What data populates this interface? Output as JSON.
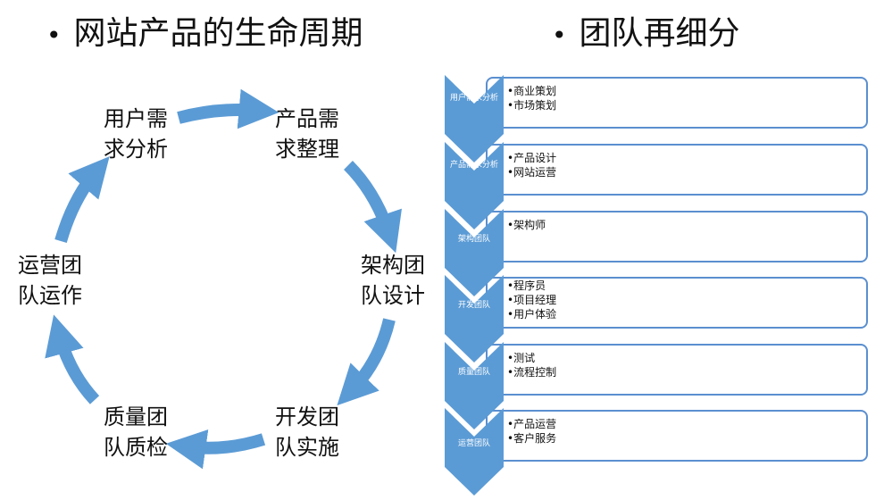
{
  "titles": {
    "left": "网站产品的生命周期",
    "right": "团队再细分"
  },
  "cycle": {
    "nodes": [
      {
        "label": "用户需\n求分析"
      },
      {
        "label": "产品需\n求整理"
      },
      {
        "label": "架构团\n队设计"
      },
      {
        "label": "开发团\n队实施"
      },
      {
        "label": "质量团\n队质检"
      },
      {
        "label": "运营团\n队运作"
      }
    ],
    "arrow_color": "#5b9bd5"
  },
  "teams": [
    {
      "name": "用户需求分析",
      "items": [
        "商业策划",
        "市场策划"
      ]
    },
    {
      "name": "产品需求分析",
      "items": [
        "产品设计",
        "网站运营"
      ]
    },
    {
      "name": "架构团队",
      "items": [
        "架构师"
      ]
    },
    {
      "name": "开发团队",
      "items": [
        "程序员",
        "项目经理",
        "用户体验"
      ]
    },
    {
      "name": "质量团队",
      "items": [
        "测试",
        "流程控制"
      ]
    },
    {
      "name": "运营团队",
      "items": [
        "产品运营",
        "客户服务"
      ]
    }
  ],
  "colors": {
    "chevron": "#5b9bd5",
    "box_border": "#5b8fcf"
  }
}
